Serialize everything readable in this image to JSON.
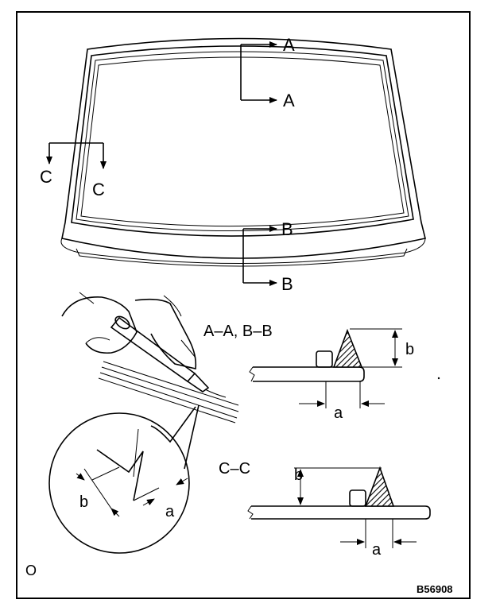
{
  "section_labels": {
    "a_top": "A",
    "a_bottom": "A",
    "b_top": "B",
    "b_bottom": "B",
    "c_left": "C",
    "c_right": "C"
  },
  "detail_titles": {
    "ab": "A–A, B–B",
    "cc": "C–C"
  },
  "dimension_labels": {
    "ab_height": "b",
    "ab_width": "a",
    "cc_height": "b",
    "cc_width": "a",
    "zoom_height": "b",
    "zoom_width": "a"
  },
  "corner_mark": "O",
  "figure_code": "B56908"
}
